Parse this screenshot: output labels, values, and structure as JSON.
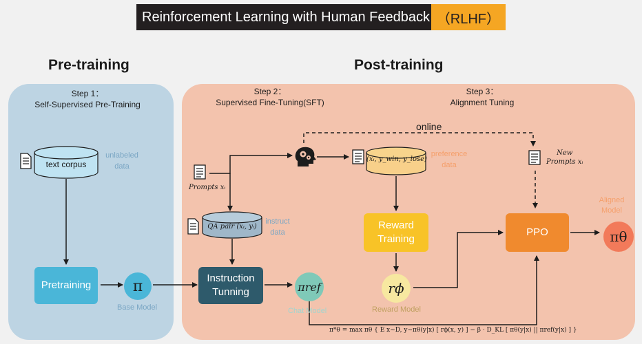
{
  "title": {
    "main": "Reinforcement Learning with Human Feedback",
    "badge": "（RLHF）"
  },
  "sections": {
    "pre": "Pre-training",
    "post": "Post-training"
  },
  "steps": {
    "step1": {
      "number": "Step 1：",
      "name": "Self-Supervised Pre-Training"
    },
    "step2": {
      "number": "Step 2：",
      "name": "Supervised Fine-Tuning(SFT)"
    },
    "step3": {
      "number": "Step 3：",
      "name": "Alignment Tuning"
    }
  },
  "data_stores": {
    "text_corpus": "text corpus",
    "unlabeled": "unlabeled data",
    "qa_pair": "QA pair (xᵢ, yᵢ)",
    "instruct": "instruct data",
    "preference_pair": "(xᵢ, y_win, y_lose)",
    "preference": "preference data"
  },
  "prompts": {
    "prompts": "Prompts xᵢ",
    "new_prompts_line1": "New",
    "new_prompts_line2": "Prompts xᵢ"
  },
  "boxes": {
    "pretraining": "Pretraining",
    "instruction": "Instruction Tunning",
    "reward": "Reward Training",
    "ppo": "PPO"
  },
  "models": {
    "pi": "π",
    "base_label": "Base Model",
    "pi_ref": "πref",
    "chat_label": "Chat Model",
    "r_phi": "rϕ",
    "reward_label": "Reward Model",
    "pi_theta": "πθ",
    "aligned_label": "Aligned Model"
  },
  "online": "online",
  "formula": "π*θ = max πθ { E x~D, y~πθ(y|x) [ rϕ(x, y) ] − β · D_KL [ πθ(y|x) || πref(y|x) ] }",
  "colors": {
    "pre_panel": "#bdd4e3",
    "post_panel": "#f3c3ad",
    "pretraining_box": "#4ab6d8",
    "instruction_box": "#2e5a6b",
    "reward_box": "#f8c327",
    "ppo_box": "#f08a2e",
    "pi_circle": "#4ab6d8",
    "pi_ref_circle": "#7fc9b8",
    "r_phi_circle": "#f7e8a0",
    "pi_theta_circle": "#f27a5a",
    "badge": "#f5a623"
  },
  "icons": [
    "document-icon",
    "database-icon",
    "human-head-gears-icon"
  ]
}
